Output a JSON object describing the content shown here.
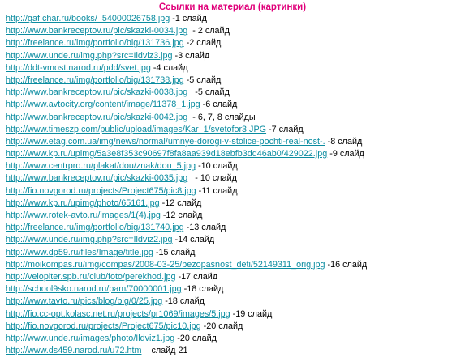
{
  "title": "Ссылки на материал (картинки)",
  "colors": {
    "title": "#e0007a",
    "link": "#0a8ca0",
    "text": "#000000",
    "background": "#ffffff"
  },
  "links": [
    {
      "url": "http://gaf.char.ru/books/_54000026758.jpg",
      "suffix": " -1 слайд"
    },
    {
      "url": "http://www.bankreceptov.ru/pic/skazki-0034.jpg",
      "suffix": "  - 2 слайд"
    },
    {
      "url": "http://freelance.ru/img/portfolio/big/131736.jpg",
      "suffix": " -2 слайд"
    },
    {
      "url": "http://www.unde.ru/img.php?src=Ildviz3.jpg",
      "suffix": " -3 слайд"
    },
    {
      "url": "http://ddt-vmost.narod.ru/pdd/svet.jpg",
      "suffix": " -4 слайд"
    },
    {
      "url": "http://freelance.ru/img/portfolio/big/131738.jpg",
      "suffix": " -5 слайд"
    },
    {
      "url": "http://www.bankreceptov.ru/pic/skazki-0038.jpg",
      "suffix": "   -5 слайд"
    },
    {
      "url": "http://www.avtocity.org/content/image/11378_1.jpg",
      "suffix": " -6 слайд"
    },
    {
      "url": "http://www.bankreceptov.ru/pic/skazki-0042.jpg",
      "suffix": "  - 6, 7, 8 слайды"
    },
    {
      "url": "http://www.timeszp.com/public/upload/images/Kar_1/svetofor3.JPG",
      "suffix": " -7 слайд"
    },
    {
      "url": "http://www.etag.com.ua/img/news/normal/umnye-dorogi-v-stolice-pochti-real-nost-.",
      "suffix": " -8 слайд"
    },
    {
      "url": "http://www.kp.ru/upimg/5a3e8f353c90697f8fa8aa939d18ebfb3dd46ab0/429022.jpg",
      "suffix": " -9 слайд"
    },
    {
      "url": "http://www.centrpro.ru/plakat/dou/znak/dou_5.jpg",
      "suffix": " -10 слайд"
    },
    {
      "url": "http://www.bankreceptov.ru/pic/skazki-0035.jpg",
      "suffix": "   - 10 слайд"
    },
    {
      "url": "http://fio.novgorod.ru/projects/Project675/pic8.jpg",
      "suffix": " -11 слайд"
    },
    {
      "url": "http://www.kp.ru/upimg/photo/65161.jpg",
      "suffix": " -12 слайд"
    },
    {
      "url": "http://www.rotek-avto.ru/images/1(4).jpg",
      "suffix": " -12 слайд"
    },
    {
      "url": "http://freelance.ru/img/portfolio/big/131740.jpg",
      "suffix": " -13 слайд"
    },
    {
      "url": "http://www.unde.ru/img.php?src=Ildviz2.jpg",
      "suffix": " -14 слайд"
    },
    {
      "url": "http://www.dp59.ru/files/Image/title.jpg",
      "suffix": " -15 слайд"
    },
    {
      "url": "http://moikompas.ru/img/compas/2008-03-25/bezopasnost_deti/52149311_orig.jpg",
      "suffix": " -16 слайд"
    },
    {
      "url": "http://velopiter.spb.ru/club/foto/perekhod.jpg",
      "suffix": " -17 слайд"
    },
    {
      "url": "http://school9sko.narod.ru/pam/70000001.jpg",
      "suffix": " -18 слайд"
    },
    {
      "url": "http://www.tavto.ru/pics/blog/big/0/25.jpg",
      "suffix": " -18 слайд"
    },
    {
      "url": "http://fio.cc-opt.kolasc.net.ru/projects/pr1069/images/5.jpg",
      "suffix": " -19 слайд"
    },
    {
      "url": "http://fio.novgorod.ru/projects/Project675/pic10.jpg",
      "suffix": " -20 слайд"
    },
    {
      "url": "http://www.unde.ru/images/photo/Ildviz1.jpg",
      "suffix": " -20 слайд"
    },
    {
      "url": "http://www.ds459.narod.ru/u72.htm",
      "suffix": "    слайд 21"
    }
  ]
}
